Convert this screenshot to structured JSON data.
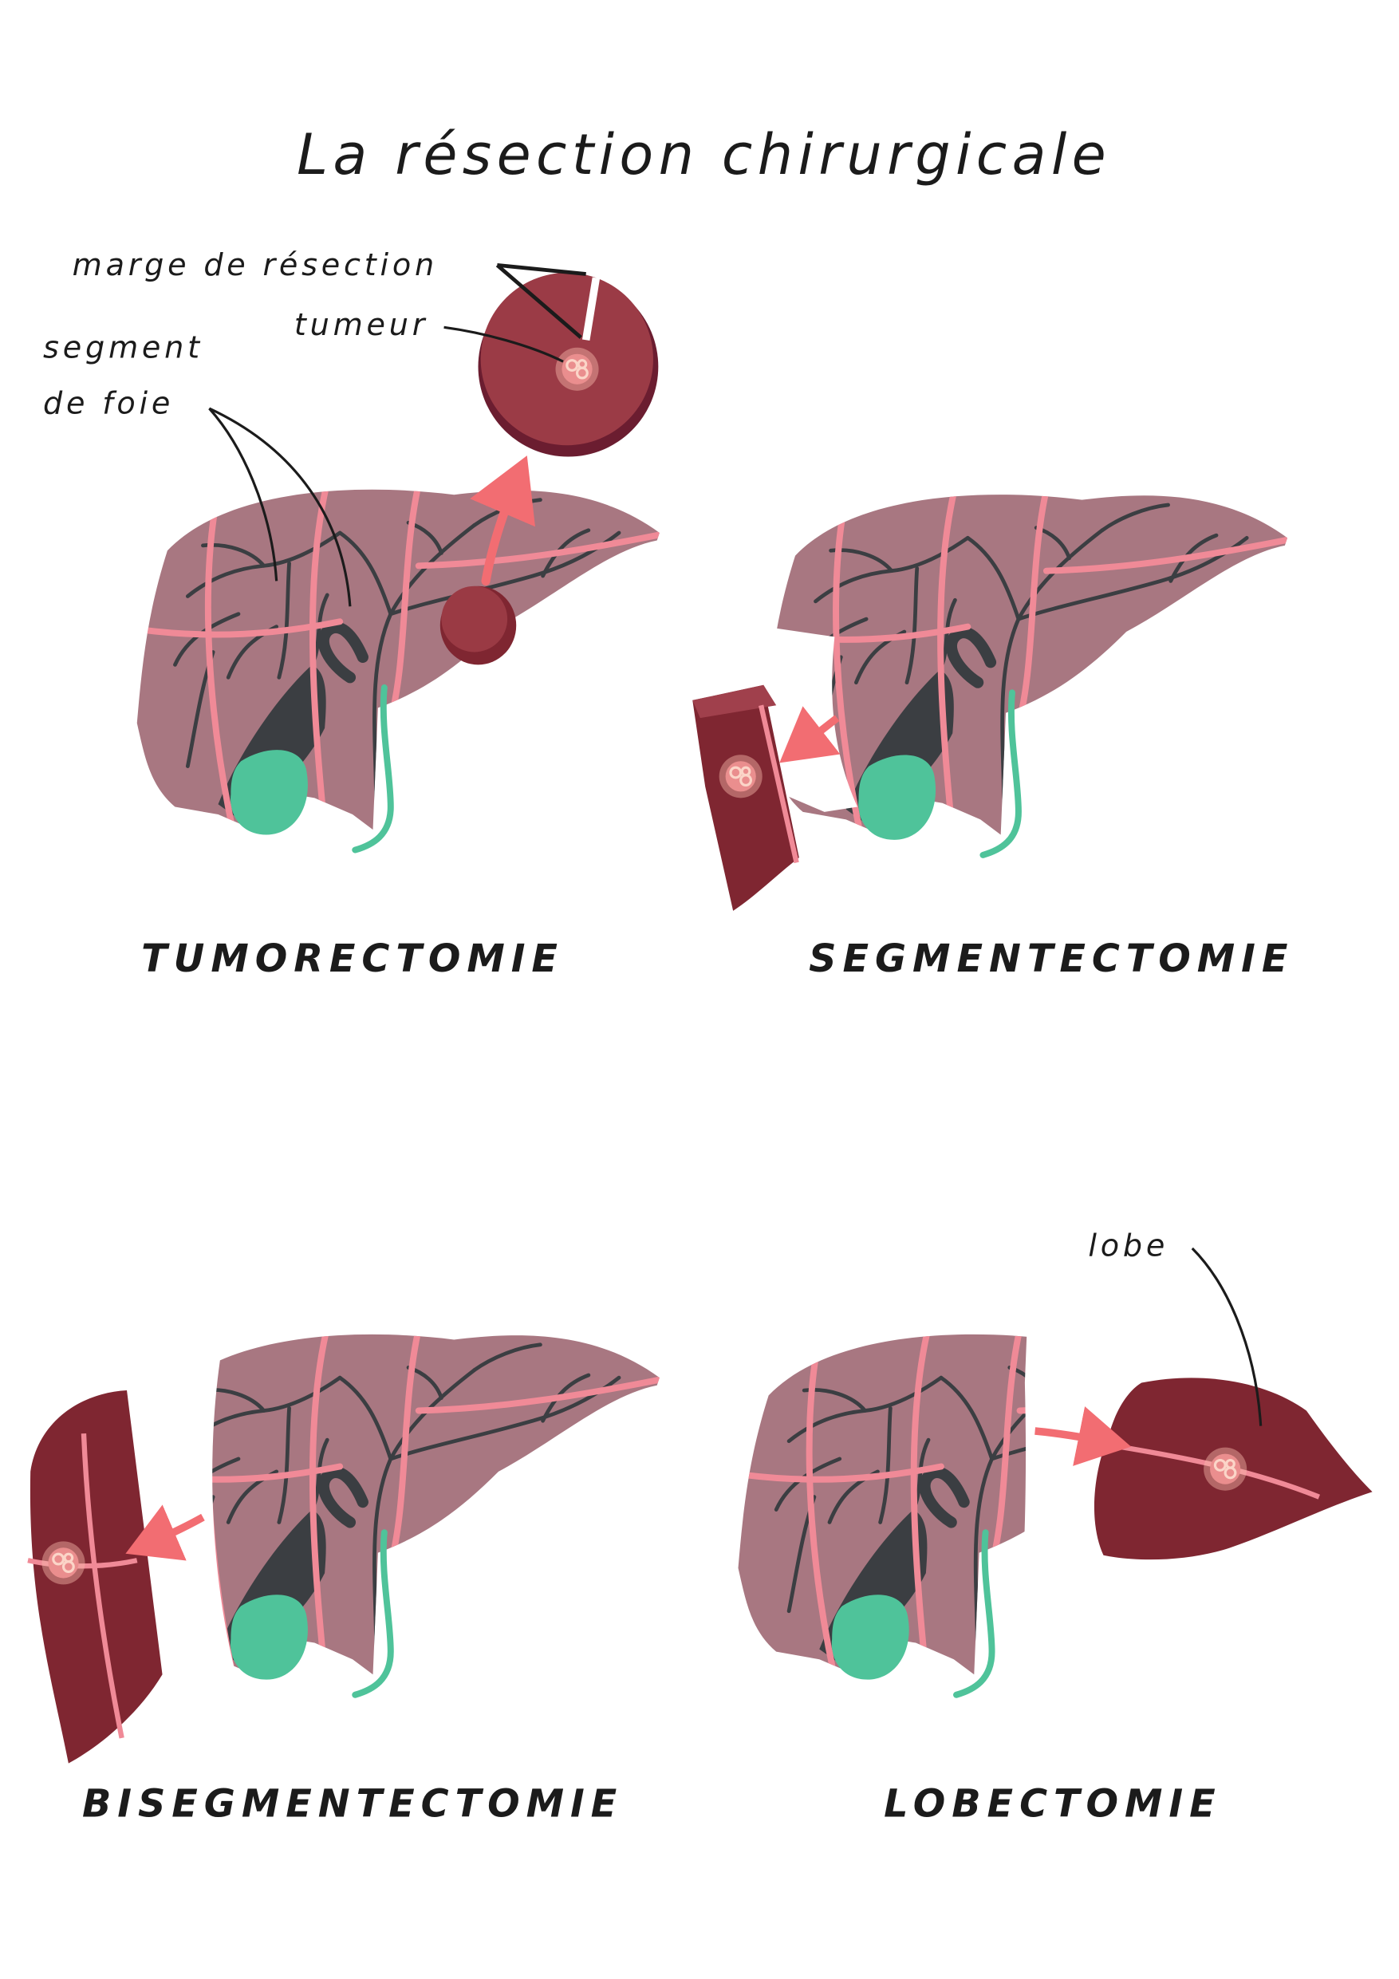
{
  "title": "La résection chirurgicale",
  "labels": {
    "margin": "marge de résection",
    "tumor": "tumeur",
    "segment_line1": "segment",
    "segment_line2": "de foie",
    "lobe": "lobe"
  },
  "captions": {
    "tumorectomy": "TUMORECTOMIE",
    "segmentectomy": "SEGMENTECTOMIE",
    "bisegmentectomy": "BISEGMENTECTOMIE",
    "lobectomy": "LOBECTOMIE"
  },
  "colors": {
    "liver": "#9c6470",
    "segment_line": "#f08a97",
    "vessel": "#3b3e42",
    "gallbladder": "#4fc39a",
    "resected_tissue": "#7f2631",
    "tumor": "#f3a7a0",
    "arrow": "#f26d72"
  }
}
